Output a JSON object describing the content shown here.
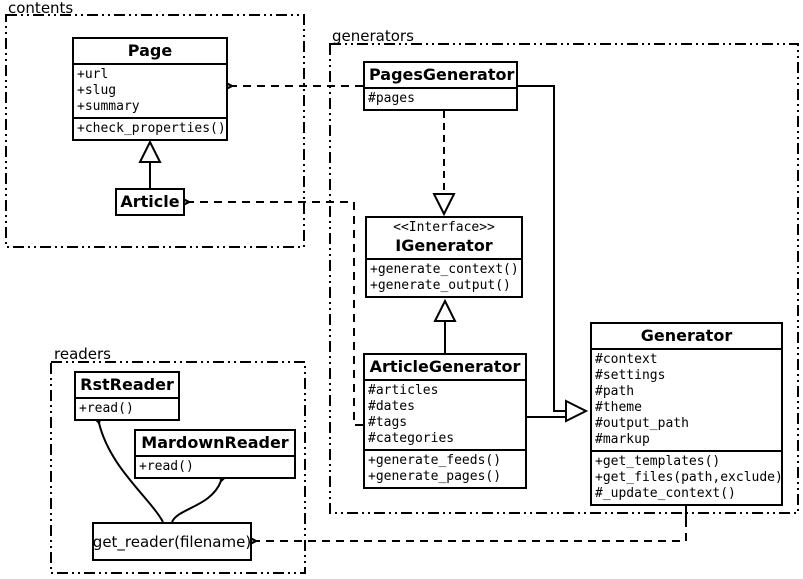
{
  "packages": {
    "contents": {
      "label": "contents"
    },
    "generators": {
      "label": "generators"
    },
    "readers": {
      "label": "readers"
    }
  },
  "classes": {
    "page": {
      "name": "Page",
      "attributes": [
        "+url",
        "+slug",
        "+summary"
      ],
      "methods": [
        "+check_properties()"
      ]
    },
    "article": {
      "name": "Article"
    },
    "pages_generator": {
      "name": "PagesGenerator",
      "attributes": [
        "#pages"
      ]
    },
    "igenerator": {
      "stereotype": "<<Interface>>",
      "name": "IGenerator",
      "methods": [
        "+generate_context()",
        "+generate_output()"
      ]
    },
    "article_generator": {
      "name": "ArticleGenerator",
      "attributes": [
        "#articles",
        "#dates",
        "#tags",
        "#categories"
      ],
      "methods": [
        "+generate_feeds()",
        "+generate_pages()"
      ]
    },
    "generator": {
      "name": "Generator",
      "attributes": [
        "#context",
        "#settings",
        "#path",
        "#theme",
        "#output_path",
        "#markup"
      ],
      "methods": [
        "+get_templates()",
        "+get_files(path,exclude)",
        "#_update_context()"
      ]
    },
    "rst_reader": {
      "name": "RstReader",
      "methods": [
        "+read()"
      ]
    },
    "mardown_reader": {
      "name": "MardownReader",
      "methods": [
        "+read()"
      ]
    },
    "get_reader": {
      "name": "get_reader(filename)"
    }
  },
  "colors": {
    "line": "#000000",
    "background": "#ffffff",
    "box_fill": "#ffffff"
  }
}
